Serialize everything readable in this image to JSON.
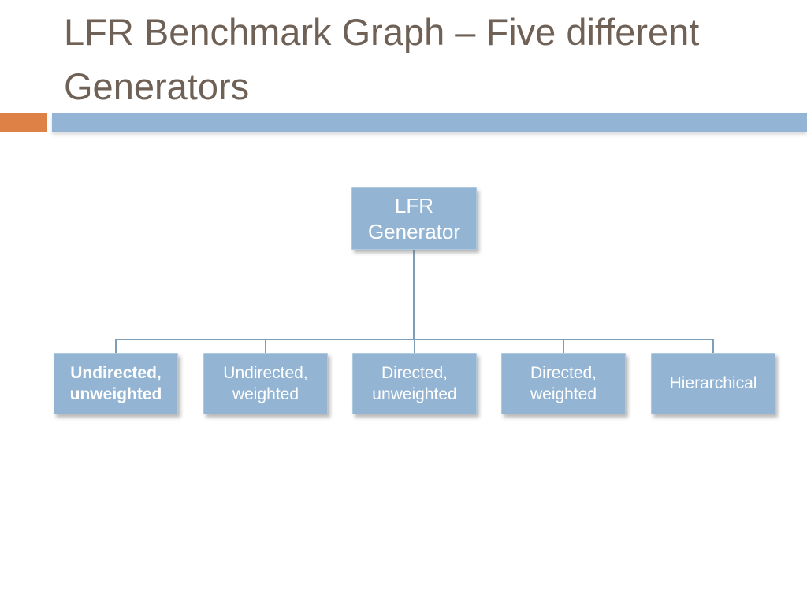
{
  "slide": {
    "title": "LFR Benchmark Graph – Five different Generators",
    "title_lines": [
      "LFR Benchmark Graph – Five different",
      "Generators"
    ]
  },
  "colors": {
    "title_text": "#6F6156",
    "accent_orange": "#DD8146",
    "accent_blue": "#94B4D5",
    "node_fill": "#93B4D2",
    "node_text": "#FFFFFF",
    "connector": "#7E9FBA"
  },
  "diagram": {
    "root": {
      "label": "LFR\nGenerator"
    },
    "children": [
      {
        "label": "Undirected,\nunweighted",
        "emphasis": "bold"
      },
      {
        "label": "Undirected,\nweighted",
        "emphasis": "normal"
      },
      {
        "label": "Directed,\nunweighted",
        "emphasis": "normal"
      },
      {
        "label": "Directed,\nweighted",
        "emphasis": "normal"
      },
      {
        "label": "Hierarchical",
        "emphasis": "normal"
      }
    ]
  }
}
